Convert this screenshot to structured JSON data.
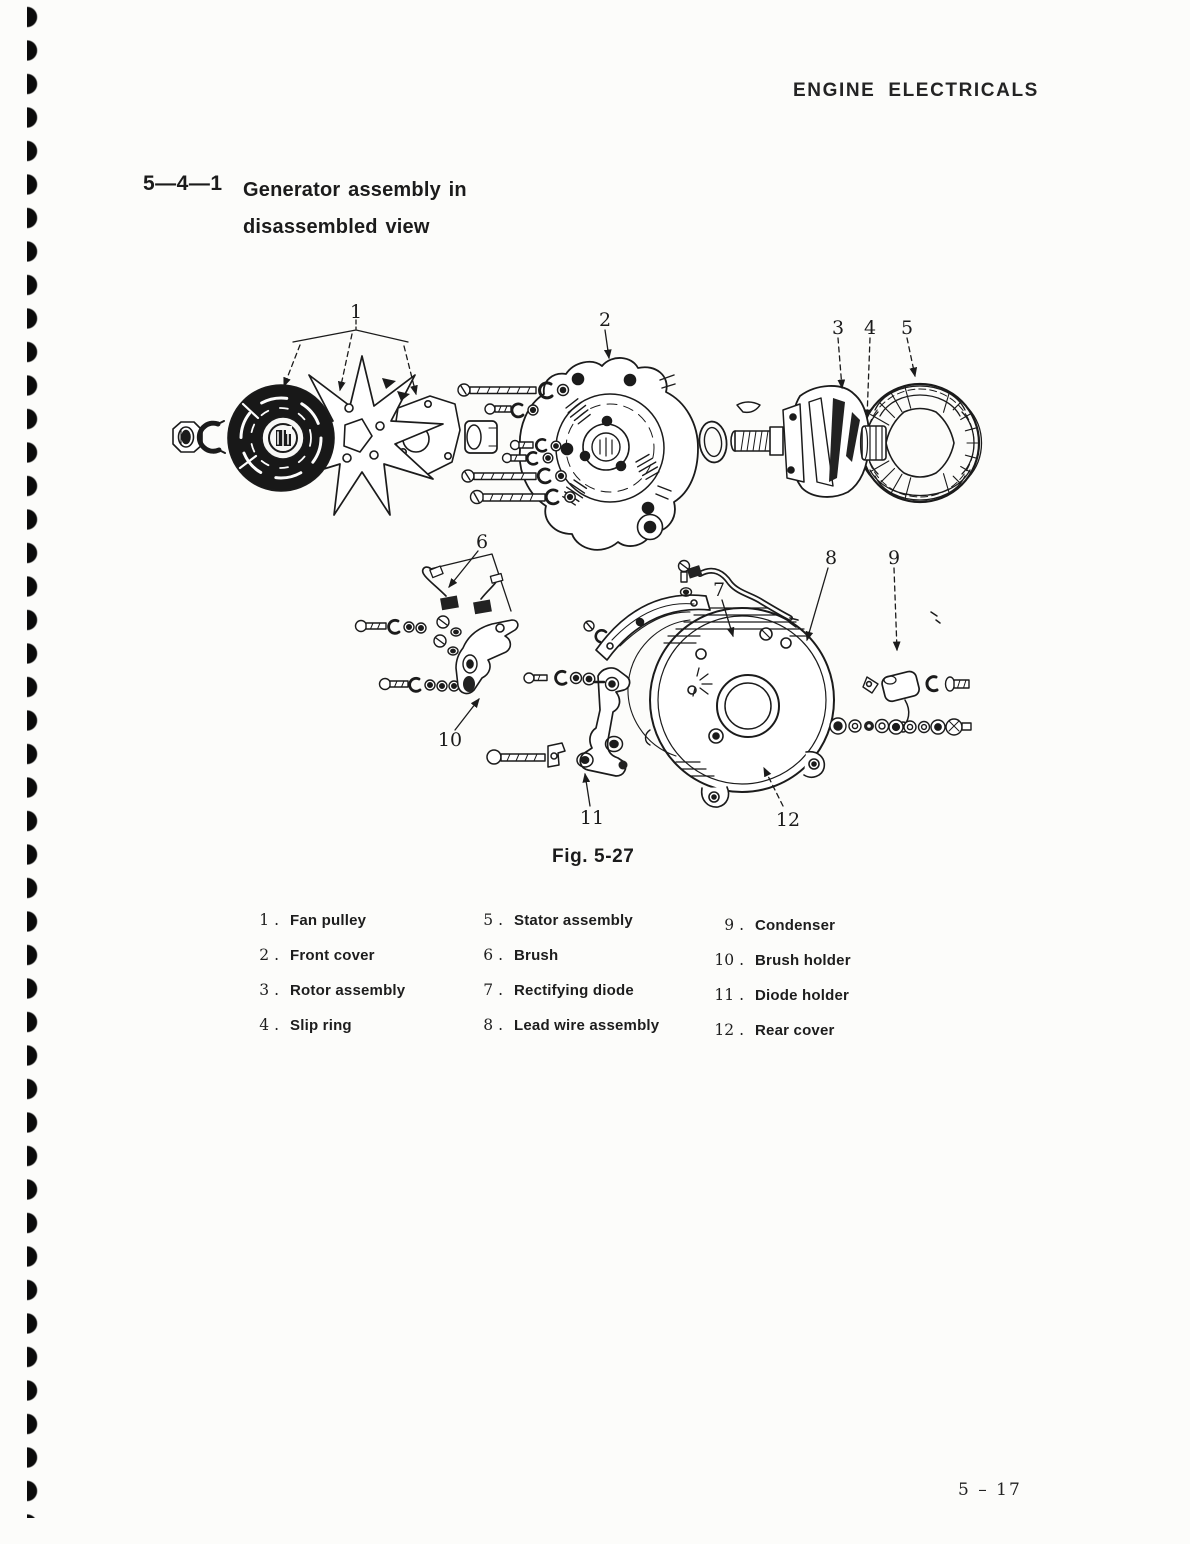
{
  "page": {
    "header": "ENGINE ELECTRICALS",
    "page_number": "5 – 17"
  },
  "section": {
    "number": "5—4—1",
    "title": "Generator assembly in disassembled view"
  },
  "figure": {
    "caption": "Fig. 5-27",
    "callouts": [
      "1",
      "2",
      "3",
      "4",
      "5",
      "6",
      "7",
      "8",
      "9",
      "10",
      "11",
      "12"
    ]
  },
  "parts_list": {
    "columns": [
      {
        "items": [
          {
            "num": "1 .",
            "label": "Fan pulley"
          },
          {
            "num": "2 .",
            "label": "Front cover"
          },
          {
            "num": "3 .",
            "label": "Rotor assembly"
          },
          {
            "num": "4 .",
            "label": "Slip ring"
          }
        ]
      },
      {
        "items": [
          {
            "num": "5 .",
            "label": "Stator assembly"
          },
          {
            "num": "6 .",
            "label": "Brush"
          },
          {
            "num": "7 .",
            "label": "Rectifying diode"
          },
          {
            "num": "8 .",
            "label": "Lead wire assembly"
          }
        ]
      },
      {
        "items": [
          {
            "num": "9 .",
            "label": "Condenser"
          },
          {
            "num": "10 .",
            "label": "Brush holder"
          },
          {
            "num": "11 .",
            "label": "Diode holder"
          },
          {
            "num": "12 .",
            "label": "Rear cover"
          }
        ]
      }
    ]
  }
}
